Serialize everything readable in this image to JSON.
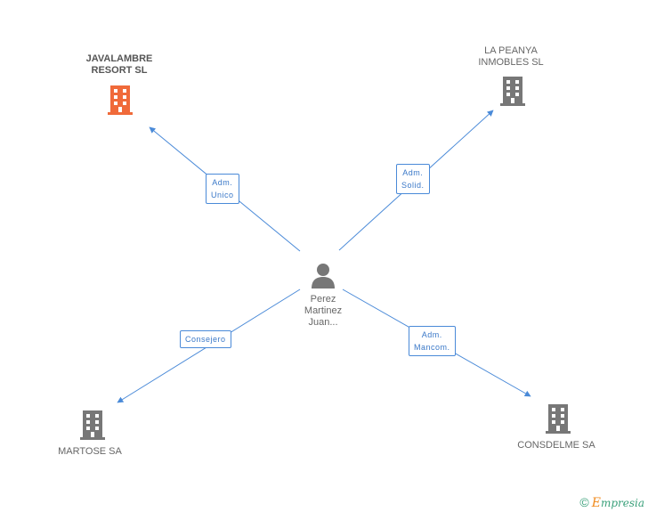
{
  "colors": {
    "edge": "#4a8ad8",
    "building_main": "#f06a3a",
    "building": "#777777",
    "person": "#777777"
  },
  "center": {
    "label": "Perez\nMartinez\nJuan..."
  },
  "nodes": [
    {
      "id": "javalambre",
      "label": "JAVALAMBRE\nRESORT SL",
      "highlight": true
    },
    {
      "id": "peanya",
      "label": "LA PEANYA\nINMOBLES SL",
      "highlight": false
    },
    {
      "id": "martose",
      "label": "MARTOSE SA",
      "highlight": false
    },
    {
      "id": "consdelme",
      "label": "CONSDELME SA",
      "highlight": false
    }
  ],
  "edges": [
    {
      "to": "javalambre",
      "label": "Adm.\nUnico"
    },
    {
      "to": "peanya",
      "label": "Adm.\nSolid."
    },
    {
      "to": "martose",
      "label": "Consejero"
    },
    {
      "to": "consdelme",
      "label": "Adm.\nMancom."
    }
  ],
  "footer": {
    "copyright": "©",
    "brand_initial": "E",
    "brand_rest": "mpresia"
  }
}
